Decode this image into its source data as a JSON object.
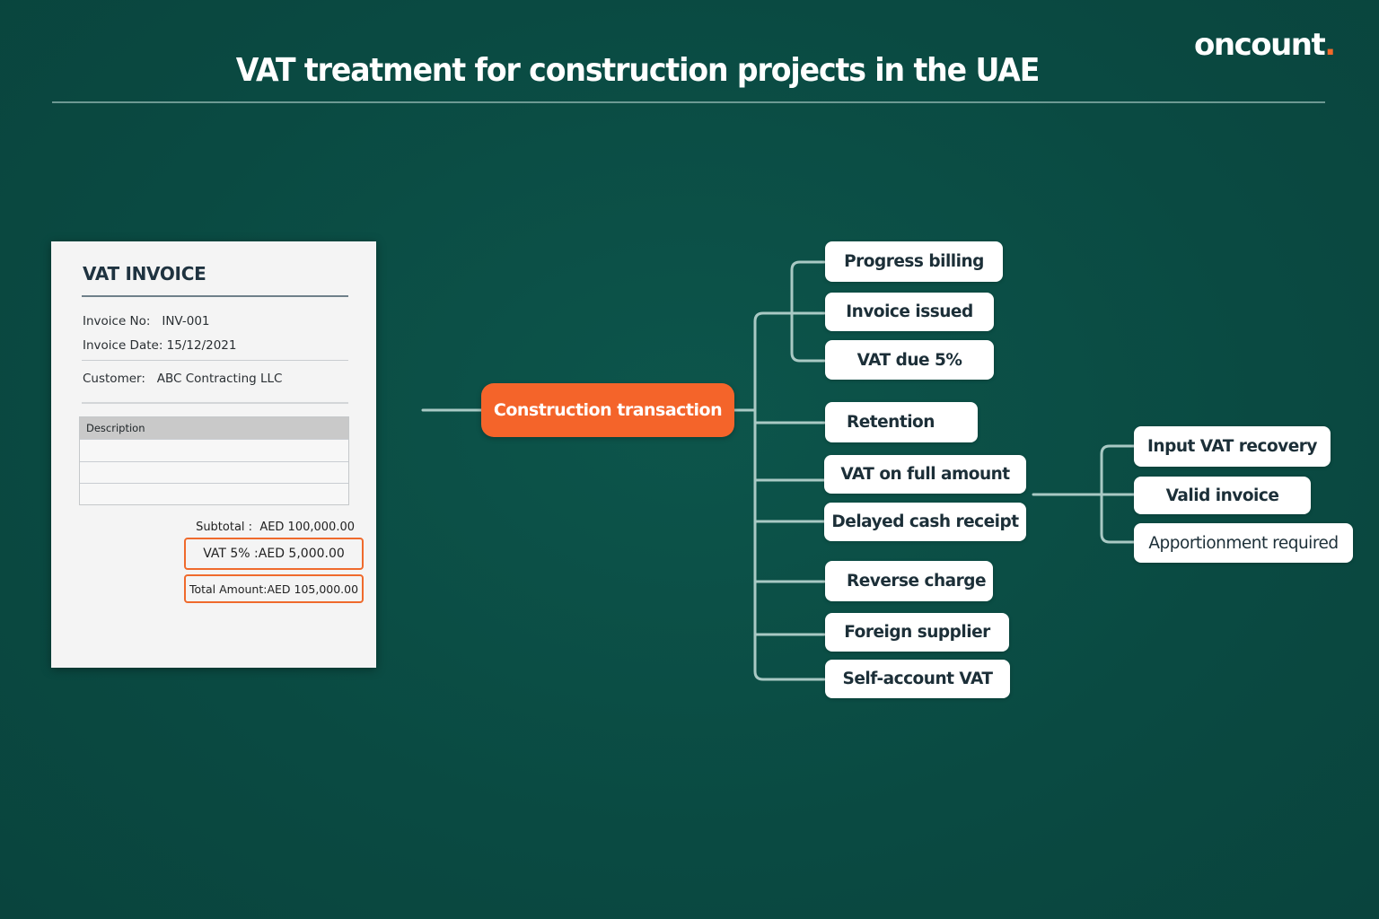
{
  "header": {
    "title": "VAT treatment for construction projects in the UAE",
    "logo_text": "oncount",
    "logo_dot": "."
  },
  "colors": {
    "background": "#0b4c44",
    "accent_orange": "#f4642a",
    "connector": "#a9c9c4",
    "node_text": "#1c2f38"
  },
  "invoice": {
    "title": "VAT INVOICE",
    "invoice_no_label": "Invoice No:",
    "invoice_no_value": "INV-001",
    "invoice_date_label": "Invoice Date:",
    "invoice_date_value": "15/12/2021",
    "customer_label": "Customer:",
    "customer_value": "ABC Contracting LLC",
    "table_header": "Description",
    "table_rows": [
      "",
      "",
      ""
    ],
    "subtotal_label": "Subtotal :",
    "subtotal_value": "AED 100,000.00",
    "vat_label": "VAT 5% :",
    "vat_value": "AED 5,000.00",
    "total_label": "Total Amount:",
    "total_value": "AED 105,000.00"
  },
  "diagram": {
    "root": "Construction transaction",
    "branches": [
      {
        "label": "Progress billing",
        "group": "progress"
      },
      {
        "label": "Invoice issued",
        "group": "progress"
      },
      {
        "label": "VAT due 5%",
        "group": "progress"
      },
      {
        "label": "Retention",
        "group": "retention"
      },
      {
        "label": "VAT on full amount",
        "group": "retention"
      },
      {
        "label": "Delayed cash receipt",
        "group": "retention"
      },
      {
        "label": "Reverse charge",
        "group": "reverse"
      },
      {
        "label": "Foreign supplier",
        "group": "reverse"
      },
      {
        "label": "Self-account VAT",
        "group": "reverse"
      }
    ],
    "sub_branches": [
      {
        "label": "Input VAT recovery"
      },
      {
        "label": "Valid invoice"
      },
      {
        "label": "Apportionment required"
      }
    ]
  }
}
